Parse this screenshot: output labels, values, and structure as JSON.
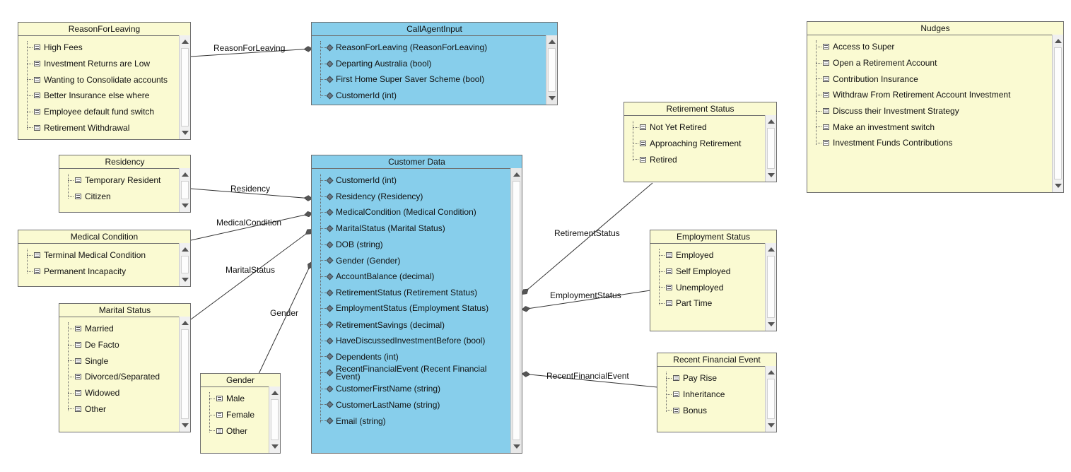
{
  "boxes": {
    "reason": {
      "title": "ReasonForLeaving",
      "items": [
        "High Fees",
        "Investment Returns are Low",
        "Wanting to Consolidate accounts",
        "Better Insurance else where",
        "Employee default fund switch",
        "Retirement Withdrawal"
      ]
    },
    "call": {
      "title": "CallAgentInput",
      "items": [
        "ReasonForLeaving (ReasonForLeaving)",
        "Departing Australia (bool)",
        "First Home Super Saver Scheme (bool)",
        "CustomerId (int)"
      ]
    },
    "nudges": {
      "title": "Nudges",
      "items": [
        "Access to Super",
        "Open a Retirement Account",
        "Contribution Insurance",
        "Withdraw From Retirement Account Investment",
        "Discuss their Investment Strategy",
        "Make an investment switch",
        "Investment Funds Contributions"
      ]
    },
    "retirement": {
      "title": "Retirement Status",
      "items": [
        "Not Yet Retired",
        "Approaching Retirement",
        "Retired"
      ]
    },
    "residency": {
      "title": "Residency",
      "items": [
        "Temporary Resident",
        "Citizen"
      ]
    },
    "customer": {
      "title": "Customer Data",
      "items": [
        "CustomerId (int)",
        "Residency (Residency)",
        "MedicalCondition (Medical Condition)",
        "MaritalStatus (Marital Status)",
        "DOB (string)",
        "Gender (Gender)",
        "AccountBalance (decimal)",
        "RetirementStatus (Retirement Status)",
        "EmploymentStatus (Employment Status)",
        "RetirementSavings (decimal)",
        "HaveDiscussedInvestmentBefore (bool)",
        "Dependents (int)",
        "RecentFinancialEvent (Recent Financial Event)",
        "CustomerFirstName (string)",
        "CustomerLastName (string)",
        "Email (string)"
      ]
    },
    "medical": {
      "title": "Medical Condition",
      "items": [
        "Terminal Medical Condition",
        "Permanent Incapacity"
      ]
    },
    "employment": {
      "title": "Employment Status",
      "items": [
        "Employed",
        "Self Employed",
        "Unemployed",
        "Part Time"
      ]
    },
    "marital": {
      "title": "Marital Status",
      "items": [
        "Married",
        "De Facto",
        "Single",
        "Divorced/Separated",
        "Widowed",
        "Other"
      ]
    },
    "gender": {
      "title": "Gender",
      "items": [
        "Male",
        "Female",
        "Other"
      ]
    },
    "financial": {
      "title": "Recent Financial Event",
      "items": [
        "Pay Rise",
        "Inheritance",
        "Bonus"
      ]
    }
  },
  "links": {
    "reason": "ReasonForLeaving",
    "residency": "Residency",
    "medical": "MedicalCondition",
    "marital": "MaritalStatus",
    "gender": "Gender",
    "retirement": "RetirementStatus",
    "employment": "EmploymentStatus",
    "financial": "RecentFinancialEvent"
  },
  "colors": {
    "enum_fill": "#fafad2",
    "entity_fill": "#87ceeb",
    "line": "#333333"
  }
}
